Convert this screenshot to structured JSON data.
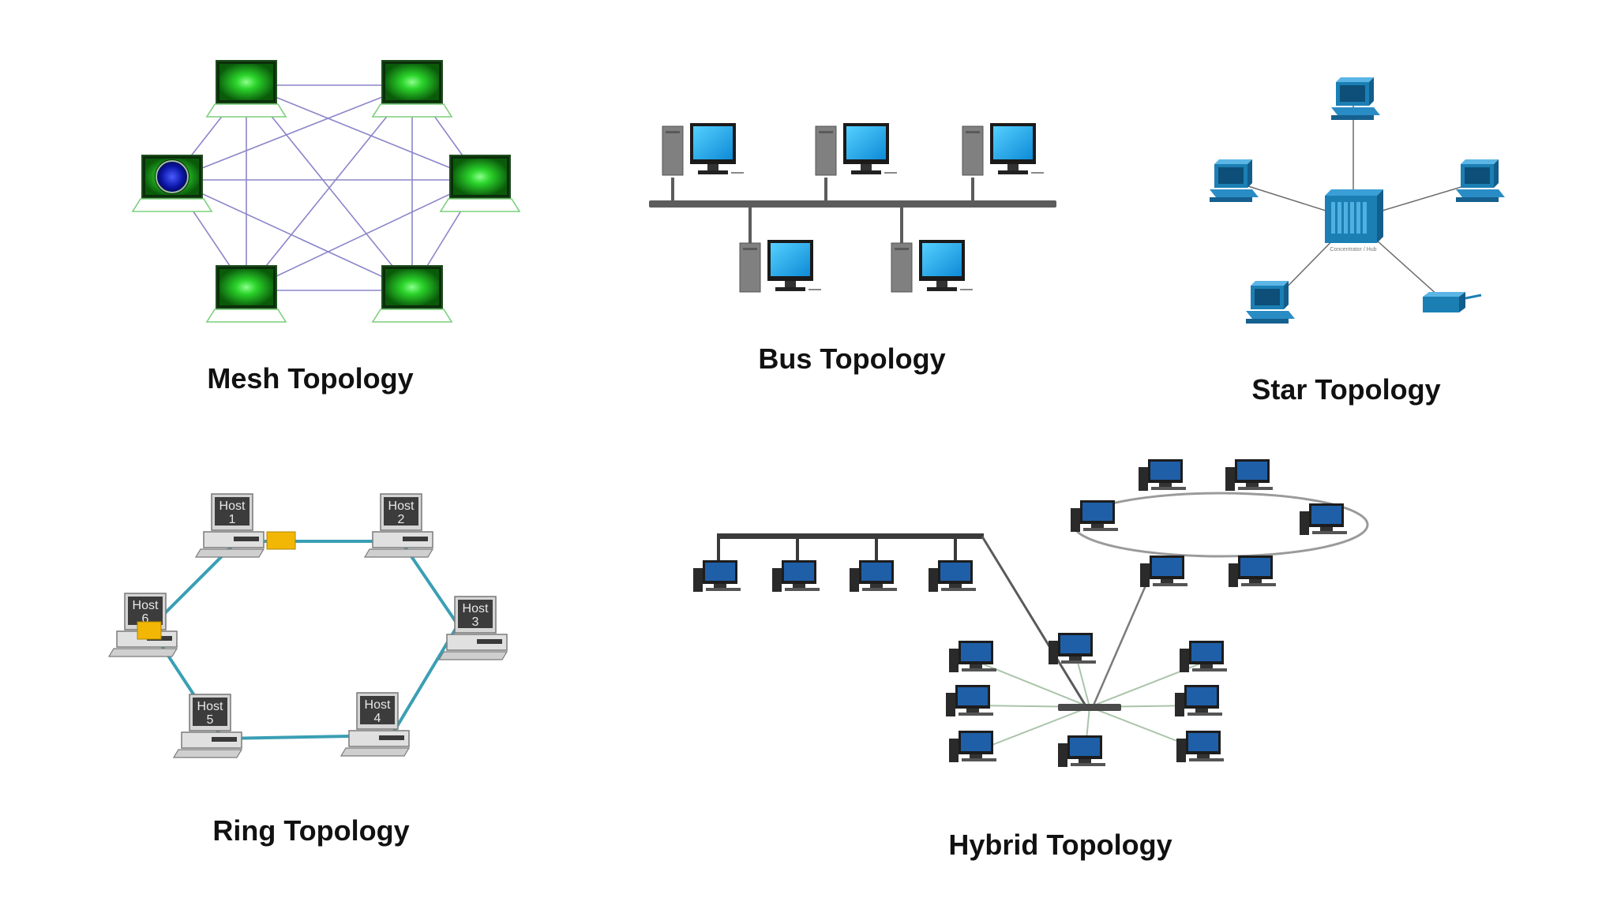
{
  "captions": {
    "mesh": "Mesh Topology",
    "bus": "Bus Topology",
    "star": "Star Topology",
    "ring": "Ring Topology",
    "hybrid": "Hybrid Topology"
  },
  "star_hub_label": "Concentrator / Hub",
  "ring_hosts": [
    {
      "word": "Host",
      "num": "1"
    },
    {
      "word": "Host",
      "num": "2"
    },
    {
      "word": "Host",
      "num": "3"
    },
    {
      "word": "Host",
      "num": "4"
    },
    {
      "word": "Host",
      "num": "5"
    },
    {
      "word": "Host",
      "num": "6"
    }
  ],
  "colors": {
    "mesh_screen": "#14a414",
    "mesh_link": "#8b86c9",
    "bus_monitor": "#1aa0e6",
    "bus_cable": "#5c5c5c",
    "star_device": "#1b7fb4",
    "ring_link": "#3a9fb4",
    "ring_terminator": "#f2b705",
    "hybrid_device": "#1f5fa8",
    "hybrid_link": "#a9c4a9"
  }
}
